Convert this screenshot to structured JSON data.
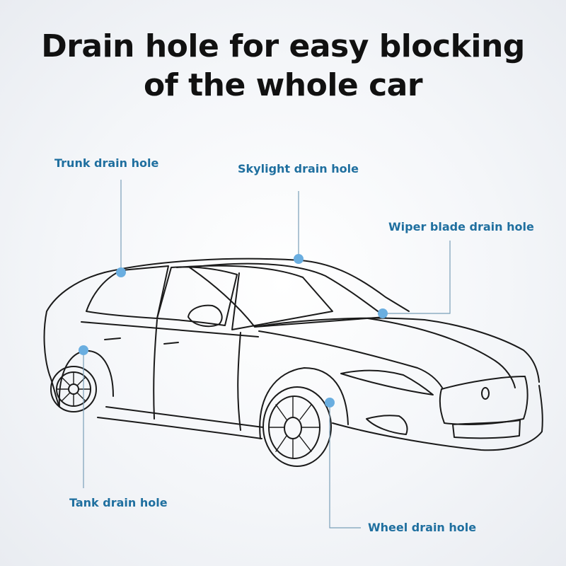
{
  "title": {
    "line1": "Drain hole for easy blocking",
    "line2": "of the whole car"
  },
  "labels": {
    "trunk": "Trunk drain hole",
    "skylight": "Skylight drain hole",
    "wiper": "Wiper blade drain hole",
    "tank": "Tank drain hole",
    "wheel": "Wheel drain hole"
  },
  "colors": {
    "label_text": "#1f6f9f",
    "marker_dot": "#6aaee0",
    "leader_line": "#7a9fb8",
    "car_outline": "#1a1a1a",
    "title_text": "#111111"
  }
}
